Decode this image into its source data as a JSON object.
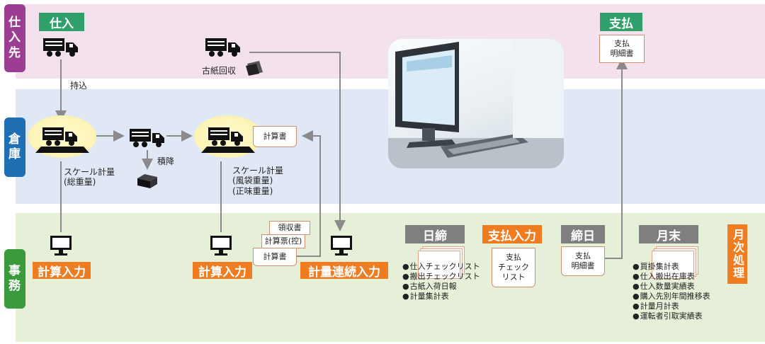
{
  "rows": {
    "shiire": [
      "仕",
      "入",
      "先"
    ],
    "souko": [
      "倉",
      "庫"
    ],
    "jimu": [
      "事",
      "務"
    ]
  },
  "shiire": {
    "tag": "仕入",
    "mochikomi": "持込",
    "koshi": "古紙回収",
    "shiharai_tag": "支払",
    "shiharai_doc": [
      "支払",
      "明細書"
    ]
  },
  "souko": {
    "scale1": [
      "スケール計量",
      "(総重量)"
    ],
    "tsumioroshi": "積降",
    "scale2": [
      "スケール計量",
      "(風袋重量)",
      "(正味重量)"
    ],
    "keisansho": "計算書"
  },
  "jimu": {
    "keisan_nyuryoku1": "計算入力",
    "keisan_nyuryoku2": "計算入力",
    "renzoku": "計量連続入力",
    "docs": [
      "領収書",
      "計算票(控)",
      "計算書"
    ],
    "nichijime": {
      "tag": "日締",
      "items": [
        "仕入チェックリスト",
        "搬出チェックリスト",
        "古紙入荷日報",
        "計量集計表"
      ]
    },
    "shiharai_input": {
      "tag": "支払入力",
      "doc": [
        "支払",
        "チェック",
        "リスト"
      ]
    },
    "shimebi": {
      "tag": "締日",
      "doc": [
        "支払",
        "明細書"
      ]
    },
    "getsumatsu": {
      "tag": "月末",
      "items": [
        "買掛集計表",
        "仕入搬出在庫表",
        "仕入数量実績表",
        "購入先別年間推移表",
        "計量月計表",
        "運転者引取実績表"
      ]
    },
    "getsuji": "月次処理"
  },
  "colors": {
    "purple": "#9b3d90",
    "blue": "#1f6fb4",
    "green": "#3a9a3c",
    "teal": "#2fa06a",
    "orange": "#f07c22",
    "gray": "#7f7f7f"
  }
}
